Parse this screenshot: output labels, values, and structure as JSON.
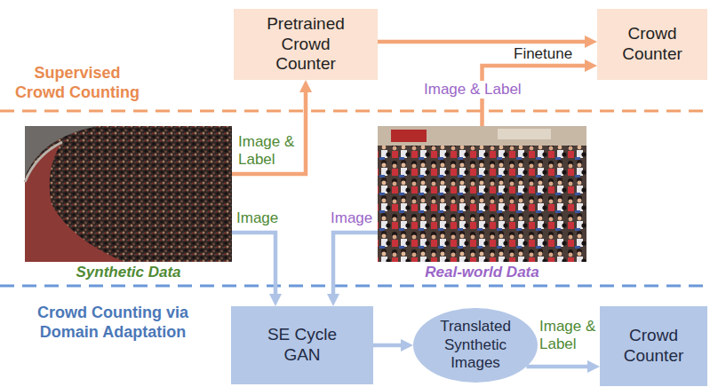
{
  "diagram": {
    "nodes": [
      {
        "text": [
          "Pretrained Crowd Counter"
        ]
      },
      {
        "text": [
          "Crowd Counter"
        ]
      },
      {
        "text": [
          "Synthetic Data"
        ]
      },
      {
        "text": [
          "Real-world Data"
        ]
      },
      {
        "text": [
          "SE Cycle GAN"
        ]
      },
      {
        "text": [
          "Translated Synthetic Images"
        ]
      },
      {
        "text": [
          "Crowd Counter"
        ]
      }
    ],
    "edges": [
      {
        "from": 2,
        "to": 0,
        "arrow": "to",
        "label": "Image & Label"
      },
      {
        "from": 0,
        "to": 1,
        "arrow": "to"
      },
      {
        "from": 3,
        "to": 1,
        "arrow": "to",
        "label": "Finetune"
      },
      {
        "from": 2,
        "to": 4,
        "arrow": "to",
        "label": "Image"
      },
      {
        "from": 3,
        "to": 4,
        "arrow": "to",
        "label": "Image"
      },
      {
        "from": 4,
        "to": 5,
        "arrow": "to"
      },
      {
        "from": 5,
        "to": 6,
        "arrow": "to",
        "label": "Image & Label"
      }
    ],
    "labels": [
      "Supervised Crowd Counting",
      "Image & Label",
      "Crowd Counting via Domain Adaptation"
    ]
  }
}
